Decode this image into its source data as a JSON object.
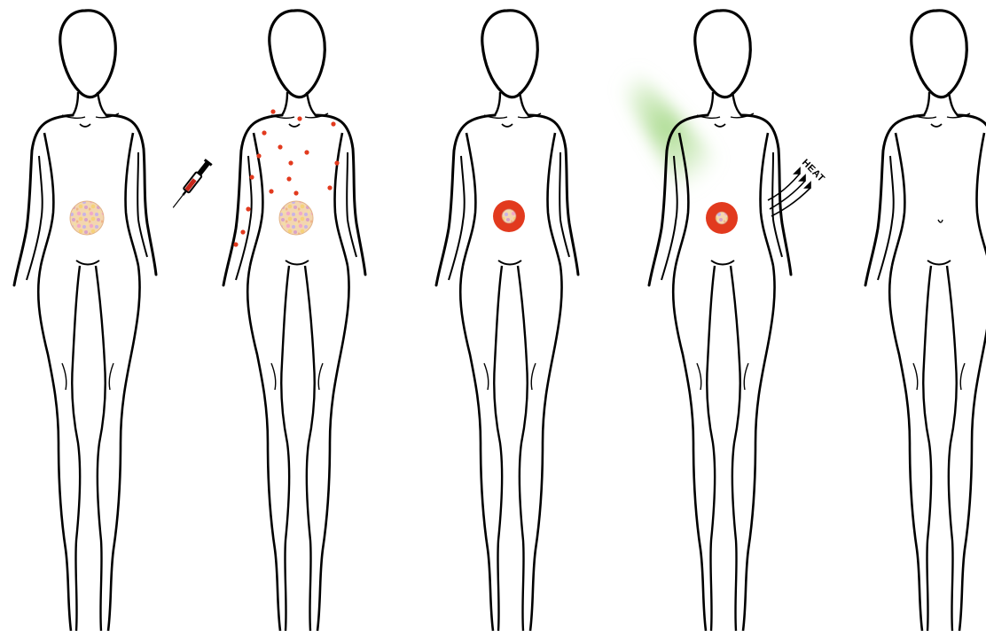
{
  "colors": {
    "outline": "#000000",
    "background": "#ffffff",
    "nanoparticle": "#e23a1e",
    "tumor_mix": [
      "#f2a9c8",
      "#f6d27a",
      "#c8b3e6",
      "#f1b58a",
      "#d9a3c9",
      "#f4e0a0"
    ],
    "light_beam": "#8fcf6a",
    "syringe_fluid": "#c8261a"
  },
  "figures": [
    {
      "id": "figure-1",
      "tumor": "untreated",
      "extra": []
    },
    {
      "id": "figure-2",
      "tumor": "untreated",
      "extra": [
        "syringe-icon",
        "circulating-nanoparticles"
      ]
    },
    {
      "id": "figure-3",
      "tumor": "nanoparticle-accumulated",
      "extra": []
    },
    {
      "id": "figure-4",
      "tumor": "nanoparticle-accumulated",
      "extra": [
        "light-beam",
        "heat-arrows-icon"
      ]
    },
    {
      "id": "figure-5",
      "tumor": "none",
      "extra": []
    }
  ],
  "labels": {
    "heat": "HEAT"
  }
}
